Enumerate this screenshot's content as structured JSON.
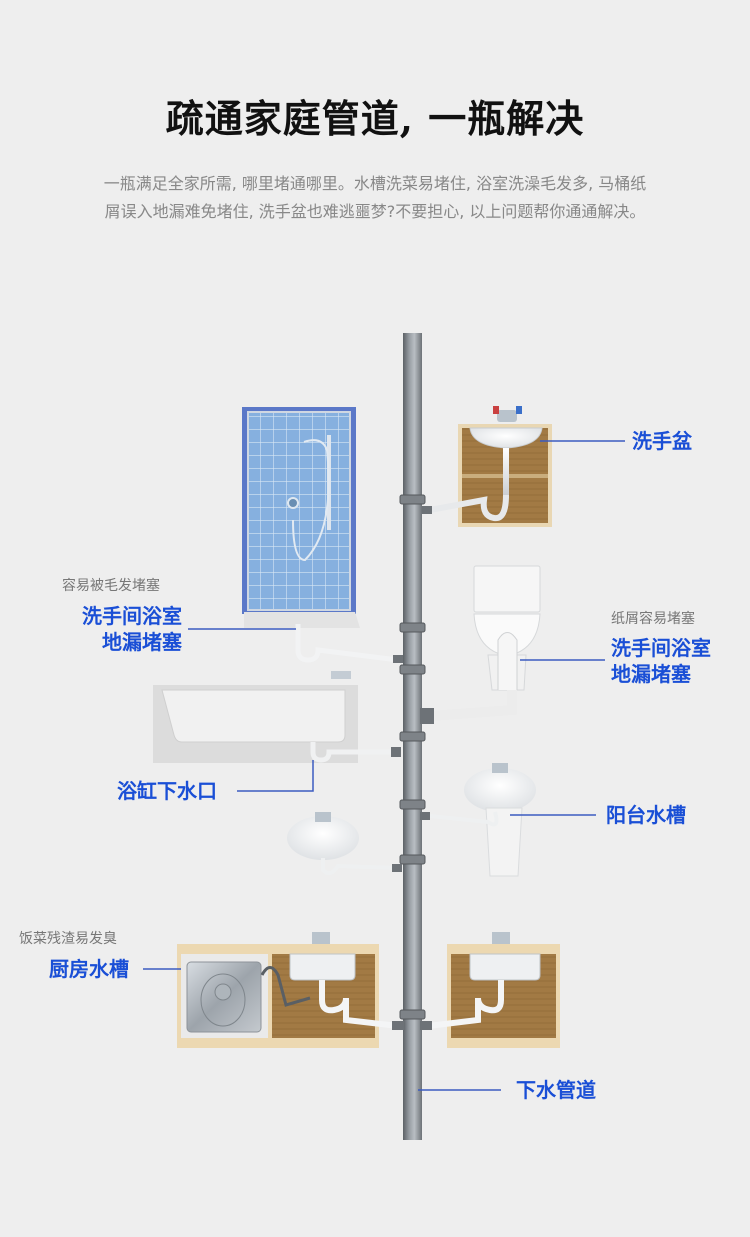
{
  "header": {
    "title": "疏通家庭管道, 一瓶解决",
    "intro_line1": "一瓶满足全家所需, 哪里堵通哪里。水槽洗菜易堵住, 浴室洗澡毛发多, 马桶纸",
    "intro_line2": "屑误入地漏难免堵住, 洗手盆也难逃噩梦?不要担心, 以上问题帮你通通解决。"
  },
  "colors": {
    "label_blue": "#1a4fd6",
    "leader_line": "#3b5bc0",
    "pipe_gray": "#8a8f95",
    "wood": "#a57c45",
    "tile_blue": "#7aa6d8"
  },
  "callouts": {
    "washbasin": {
      "label": "洗手盆"
    },
    "shower_drain": {
      "hint": "容易被毛发堵塞",
      "label_line1": "洗手间浴室",
      "label_line2": "地漏堵塞"
    },
    "toilet_drain": {
      "hint": "纸屑容易堵塞",
      "label_line1": "洗手间浴室",
      "label_line2": "地漏堵塞"
    },
    "bathtub": {
      "label": "浴缸下水口"
    },
    "balcony_sink": {
      "label": "阳台水槽"
    },
    "kitchen_sink": {
      "hint": "饭菜残渣易发臭",
      "label": "厨房水槽"
    },
    "drain_pipe": {
      "label": "下水管道"
    }
  },
  "fixtures": [
    "washbasin-cabinet",
    "shower",
    "toilet",
    "bathtub",
    "pedestal-basin",
    "wall-basin",
    "kitchen-sink-with-dishwasher",
    "kitchen-sink"
  ]
}
